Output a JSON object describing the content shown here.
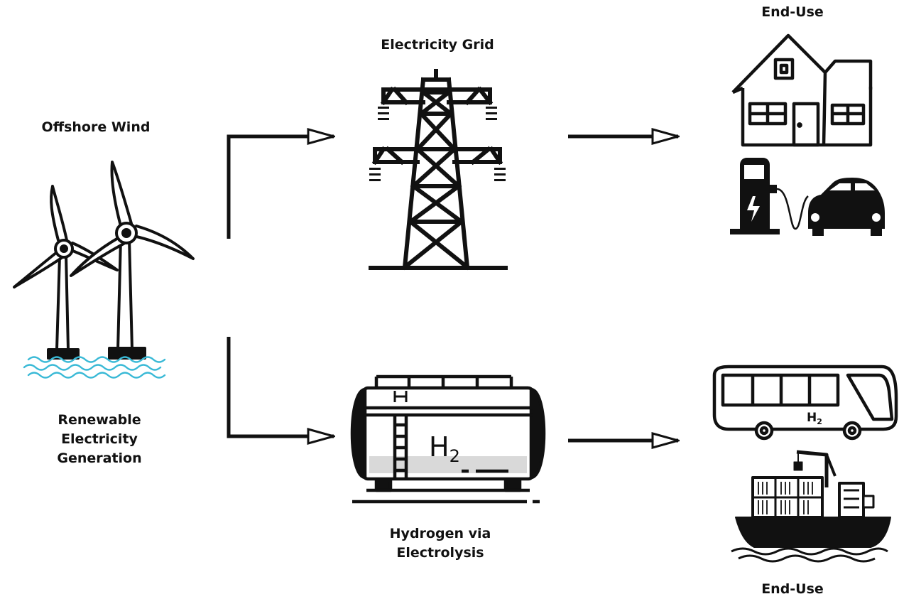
{
  "labels": {
    "offshore_wind": "Offshore Wind",
    "renewable_generation": [
      "Renewable",
      "Electricity",
      "Generation"
    ],
    "electricity_grid": "Electricity Grid",
    "hydrogen": [
      "Hydrogen via",
      "Electrolysis"
    ],
    "end_use_top": "End-Use",
    "end_use_bottom": "End-Use"
  },
  "tank_formula": {
    "symbol": "H",
    "subscript": "2"
  },
  "bus_formula": {
    "symbol": "H",
    "subscript": "2"
  },
  "colors": {
    "ink": "#111111",
    "water": "#39b9d6",
    "tank_shade": "#d9d9d9"
  }
}
